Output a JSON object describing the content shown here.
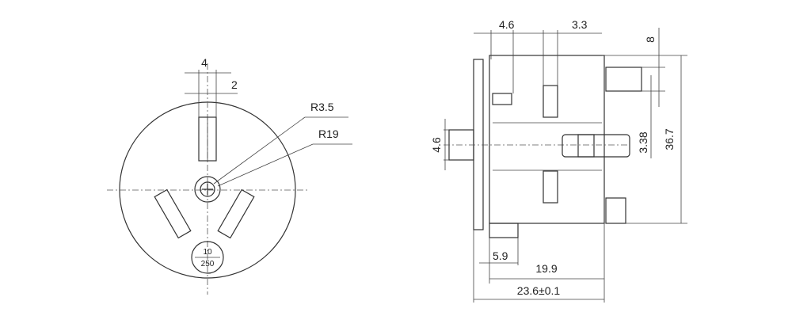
{
  "front_view": {
    "dims": {
      "top_width": "4",
      "top_offset": "2",
      "center_radius": "R3.5",
      "body_radius": "R19"
    },
    "rating": {
      "amps": "10",
      "volts": "250"
    }
  },
  "side_view": {
    "dims": {
      "top_left": "4.6",
      "top_right": "3.3",
      "right_top": "8",
      "pin_height": "3.38",
      "overall_height": "36.7",
      "left_pin": "4.6",
      "flange": "5.9",
      "body_length": "19.9",
      "overall_length": "23.6±0.1"
    }
  }
}
